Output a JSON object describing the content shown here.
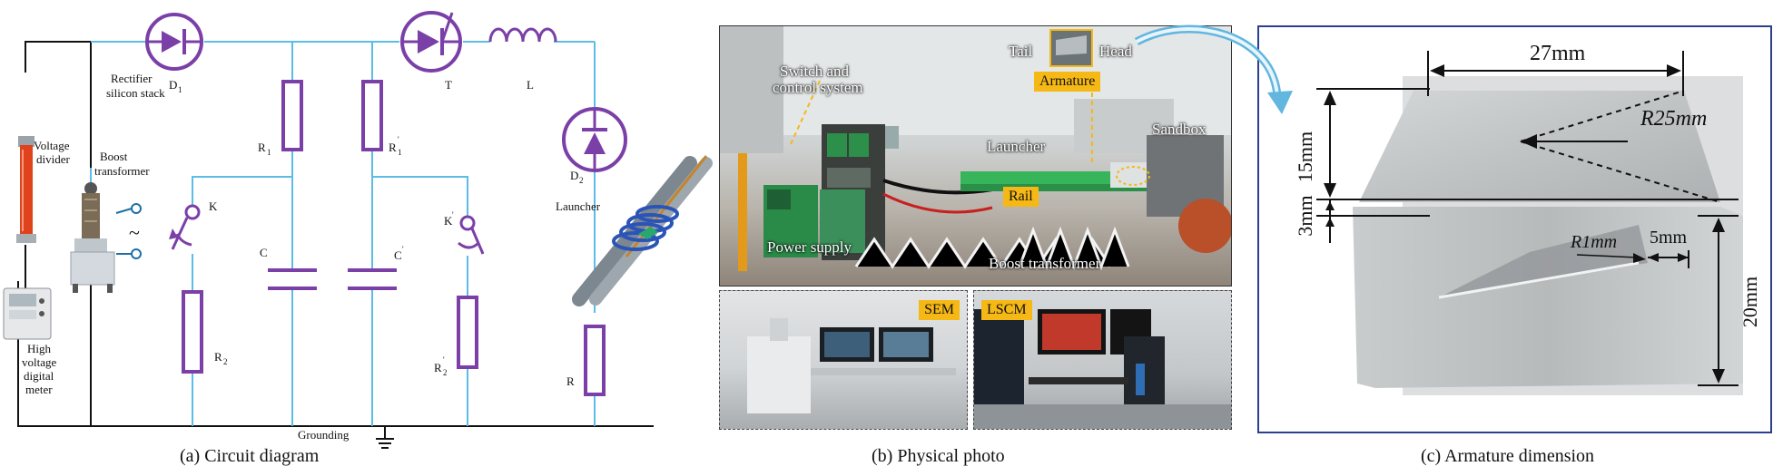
{
  "circuit": {
    "caption": "(a) Circuit diagram",
    "labels": {
      "voltage_divider": [
        "Voltage",
        "divider"
      ],
      "boost_transformer": [
        "Boost",
        "transformer"
      ],
      "rectifier": [
        "Rectifier",
        "silicon stack"
      ],
      "d1": "D",
      "d1_sub": "1",
      "t": "T",
      "l": "L",
      "r1": "R",
      "r1_sub": "1",
      "r1p": "R",
      "r1p_sub": "1",
      "r1p_sup": "'",
      "k": "K",
      "kp": "K",
      "kp_sup": "'",
      "c": "C",
      "cp": "C",
      "cp_sup": "'",
      "r2": "R",
      "r2_sub": "2",
      "r2p": "R",
      "r2p_sub": "2",
      "r2p_sup": "'",
      "d2": "D",
      "d2_sub": "2",
      "launcher": "Launcher",
      "r": "R",
      "grounding": "Grounding",
      "ac": "~",
      "meter": [
        "High",
        "voltage",
        "digital",
        "meter"
      ]
    },
    "colors": {
      "wire": "#5bbde5",
      "component": "#7b3fa8",
      "black_wire": "#111111"
    }
  },
  "photo": {
    "caption": "(b)  Physical photo",
    "labels": {
      "switch_control": [
        "Switch and",
        "control system"
      ],
      "tail": "Tail",
      "head": "Head",
      "armature": "Armature",
      "launcher": "Launcher",
      "sandbox": "Sandbox",
      "rail": "Rail",
      "power_supply": "Power supply",
      "boost_transformer": "Boost transformer",
      "sem": "SEM",
      "lscm": "LSCM"
    },
    "colors": {
      "tag": "#f5b815"
    }
  },
  "armature": {
    "caption": "(c)   Armature dimension",
    "dims": {
      "width": "27mm",
      "r25": "R25mm",
      "h15": "15mm",
      "h3": "3mm",
      "h20": "20mm",
      "r1": "R1mm",
      "w5": "5mm"
    },
    "colors": {
      "frame": "#2b3f8c"
    }
  }
}
